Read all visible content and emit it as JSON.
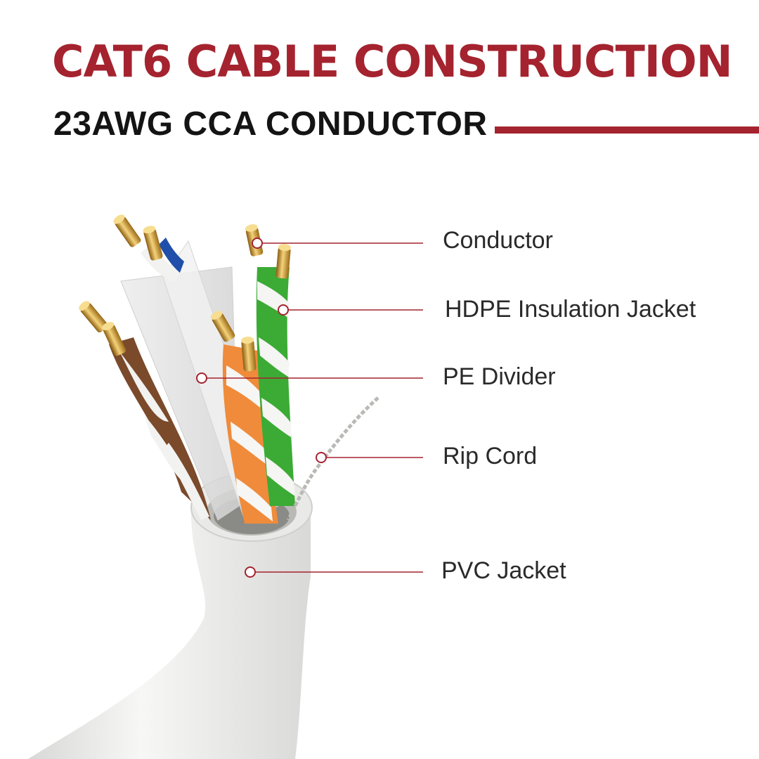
{
  "title": "CAT6 CABLE CONSTRUCTION",
  "subtitle": "23AWG CCA CONDUCTOR",
  "colors": {
    "accent": "#a4232f",
    "jacket": "#efefee",
    "copper": "#d9a53a",
    "blue_pair": "#1f4fa8",
    "brown_pair": "#7a4a2b",
    "orange_pair": "#ef8b3a",
    "green_pair": "#3bab35",
    "divider": "#e6e6e6"
  },
  "callouts": [
    {
      "id": "conductor",
      "label": "Conductor"
    },
    {
      "id": "insulation",
      "label": "HDPE Insulation Jacket"
    },
    {
      "id": "divider",
      "label": "PE Divider"
    },
    {
      "id": "rip-cord",
      "label": "Rip Cord"
    },
    {
      "id": "pvc-jacket",
      "label": "PVC Jacket"
    }
  ]
}
